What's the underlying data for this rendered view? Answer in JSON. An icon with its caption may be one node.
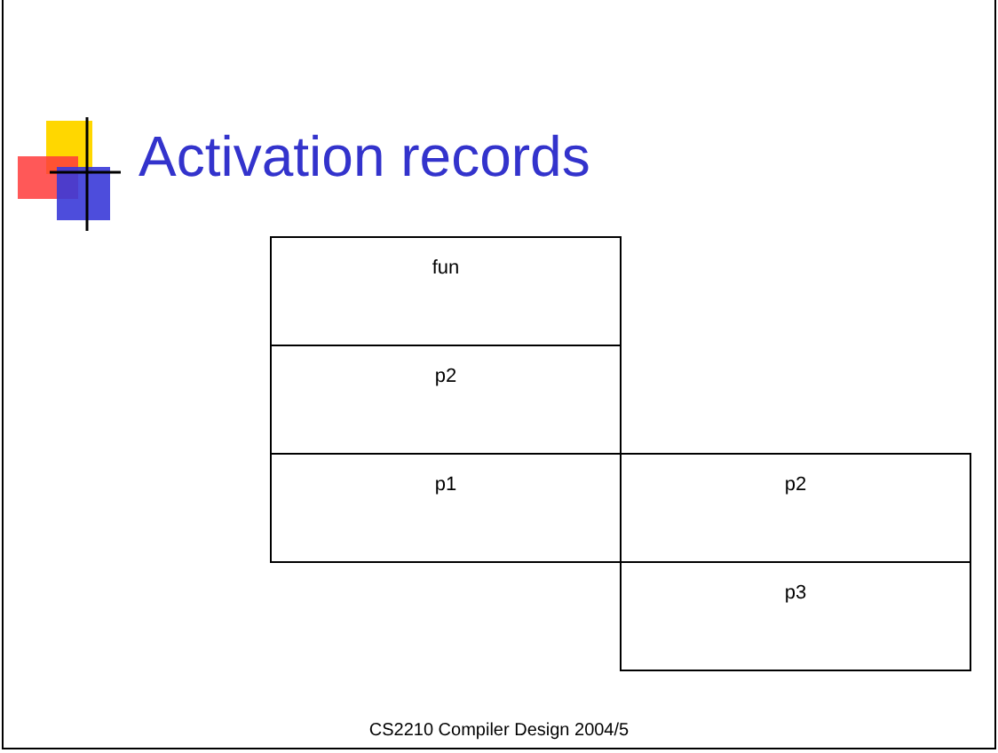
{
  "diagram": {
    "title": "Activation records",
    "nodes": [
      {
        "text": [
          "fun"
        ]
      },
      {
        "text": [
          "p2"
        ]
      },
      {
        "text": [
          "p1"
        ]
      },
      {
        "text": [
          "p2"
        ]
      },
      {
        "text": [
          "p3"
        ]
      }
    ],
    "labels": [
      "CS2210 Compiler Design 2004/5"
    ]
  }
}
